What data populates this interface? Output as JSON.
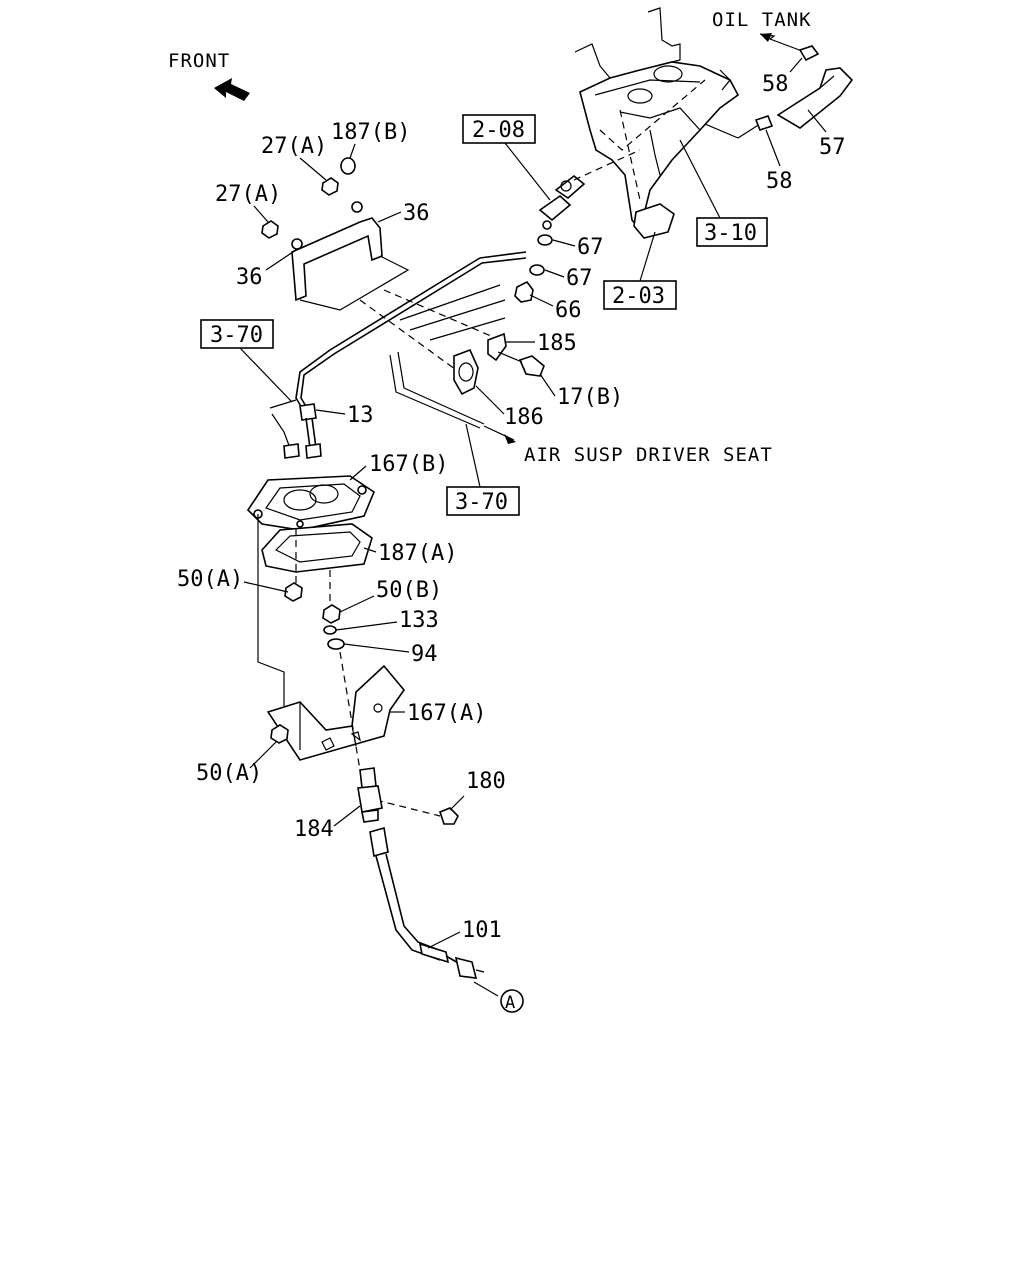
{
  "notes": {
    "front": "FRONT",
    "oil_tank": "OIL TANK",
    "air_susp": "AIR SUSP DRIVER SEAT"
  },
  "refs": {
    "ref_2_08": "2-08",
    "ref_3_10": "3-10",
    "ref_2_03": "2-03",
    "ref_3_70_top": "3-70",
    "ref_3_70_bottom": "3-70"
  },
  "labels": {
    "p58a": "58",
    "p58b": "58",
    "p57": "57",
    "p27a1": "27(A)",
    "p187b": "187(B)",
    "p27a2": "27(A)",
    "p36a": "36",
    "p36b": "36",
    "p67a": "67",
    "p67b": "67",
    "p66": "66",
    "p185": "185",
    "p17b": "17(B)",
    "p186": "186",
    "p13": "13",
    "p167b": "167(B)",
    "p187a": "187(A)",
    "p50a1": "50(A)",
    "p50b": "50(B)",
    "p133": "133",
    "p94": "94",
    "p167a": "167(A)",
    "p50a2": "50(A)",
    "p180": "180",
    "p184": "184",
    "p101": "101",
    "circle_a": "A"
  }
}
